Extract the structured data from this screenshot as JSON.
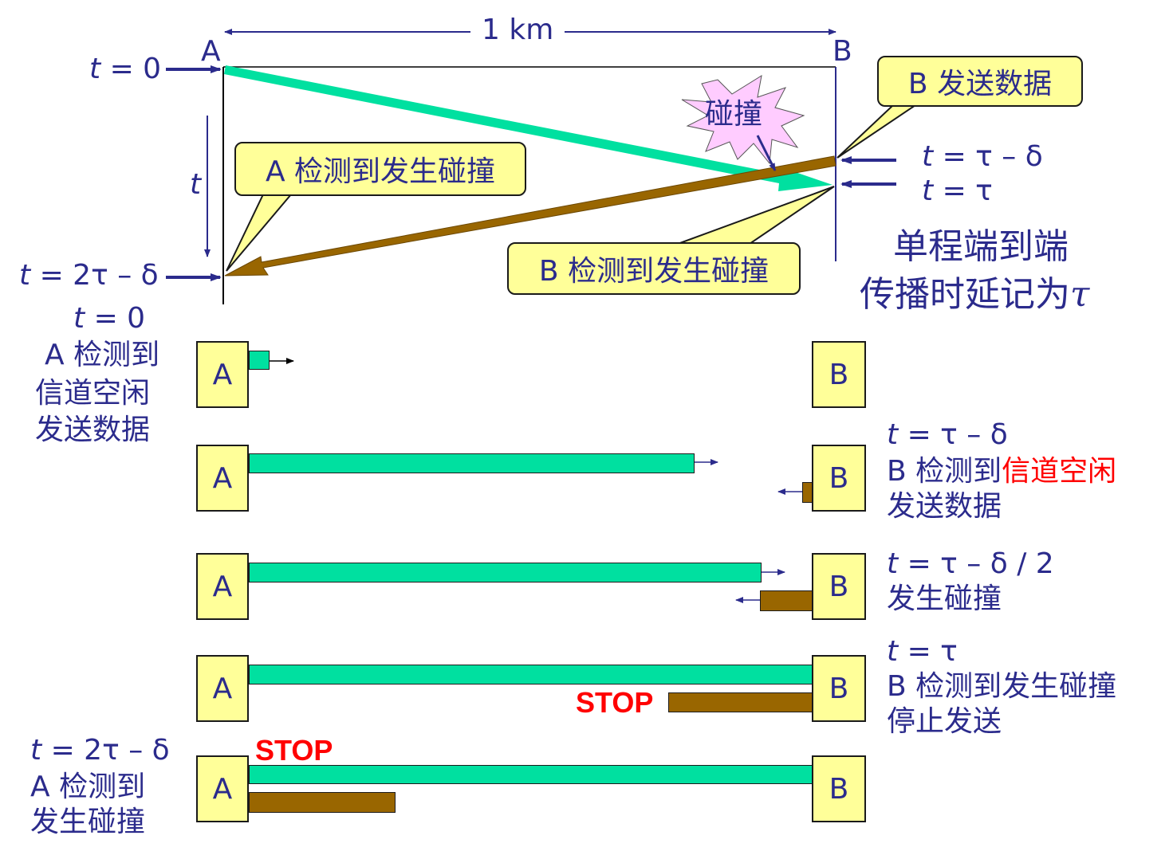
{
  "top": {
    "distance_label": "1 km",
    "node_a": "A",
    "node_b": "B",
    "t0_var": "t",
    "t0_rest": " = 0",
    "t_axis": "t",
    "t2_var": "t",
    "t2_rest": " = 2τ – δ",
    "tr1_var": "t",
    "tr1_rest": " = τ – δ",
    "tr2_var": "t",
    "tr2_rest": " = τ",
    "collision": "碰撞",
    "callout_b_send": "B 发送数据",
    "callout_a_detect": "A 检测到发生碰撞",
    "callout_b_detect": "B 检测到发生碰撞",
    "note_line1": "单程端到端",
    "note_line2_prefix": "传播时延记为",
    "note_line2_tau": "τ"
  },
  "stages": [
    {
      "a": "A",
      "b": "B",
      "left_var": "t",
      "left_rest": " = 0",
      "left_lines": [
        "A 检测到",
        "信道空闲",
        "发送数据"
      ]
    },
    {
      "a": "A",
      "b": "B",
      "right_var": "t",
      "right_rest": " = τ – δ",
      "right_line2_prefix": "B 检测到",
      "right_line2_red": "信道空闲",
      "right_line3": "发送数据"
    },
    {
      "a": "A",
      "b": "B",
      "right_var": "t",
      "right_rest": " = τ – δ / 2",
      "right_line2": "发生碰撞"
    },
    {
      "a": "A",
      "b": "B",
      "stop": "STOP",
      "right_var": "t",
      "right_rest": " = τ",
      "right_line2": "B 检测到发生碰撞",
      "right_line3": "停止发送"
    },
    {
      "a": "A",
      "b": "B",
      "stop": "STOP",
      "left_var": "t",
      "left_rest": " = 2τ – δ",
      "left_lines": [
        "A 检测到",
        "发生碰撞"
      ]
    }
  ],
  "colors": {
    "text_blue": "#2b2b8c",
    "signal_a": "#00e0a0",
    "signal_b": "#996600",
    "box_fill": "#ffff99",
    "stop_red": "#ff0000",
    "burst_fill": "#ffccff"
  }
}
